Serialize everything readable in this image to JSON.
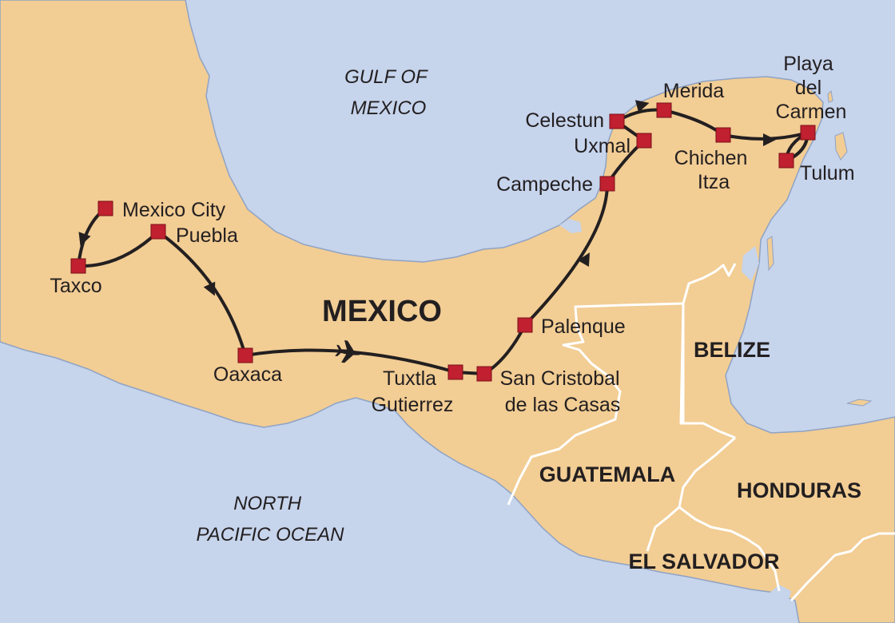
{
  "colors": {
    "water": "#c6d4ec",
    "land": "#f2cd94",
    "border": "#ffffff",
    "coast": "#8fa3c4",
    "route": "#231f20",
    "stop_marker": "#c0202f",
    "text": "#231f20"
  },
  "seas": {
    "gulf": [
      "GULF OF",
      "MEXICO"
    ],
    "pacific": [
      "NORTH",
      "PACIFIC OCEAN"
    ]
  },
  "countries": {
    "mexico": "MEXICO",
    "belize": "BELIZE",
    "guatemala": "GUATEMALA",
    "honduras": "HONDURAS",
    "el_salvador": "EL SALVADOR"
  },
  "stops": [
    {
      "id": "mexico-city",
      "label": [
        "Mexico City"
      ]
    },
    {
      "id": "taxco",
      "label": [
        "Taxco"
      ]
    },
    {
      "id": "puebla",
      "label": [
        "Puebla"
      ]
    },
    {
      "id": "oaxaca",
      "label": [
        "Oaxaca"
      ]
    },
    {
      "id": "tuxtla-gutierrez",
      "label": [
        "Tuxtla",
        "Gutierrez"
      ]
    },
    {
      "id": "san-cristobal",
      "label": [
        "San Cristobal",
        "de las Casas"
      ]
    },
    {
      "id": "palenque",
      "label": [
        "Palenque"
      ]
    },
    {
      "id": "campeche",
      "label": [
        "Campeche"
      ]
    },
    {
      "id": "uxmal",
      "label": [
        "Uxmal"
      ]
    },
    {
      "id": "celestun",
      "label": [
        "Celestun"
      ]
    },
    {
      "id": "merida",
      "label": [
        "Merida"
      ]
    },
    {
      "id": "chichen-itza",
      "label": [
        "Chichen",
        "Itza"
      ]
    },
    {
      "id": "playa-del-carmen",
      "label": [
        "Playa",
        "del",
        "Carmen"
      ]
    },
    {
      "id": "tulum",
      "label": [
        "Tulum"
      ]
    }
  ],
  "route_icons": {
    "flight": "airplane-icon",
    "direction": "arrowhead-icon"
  }
}
